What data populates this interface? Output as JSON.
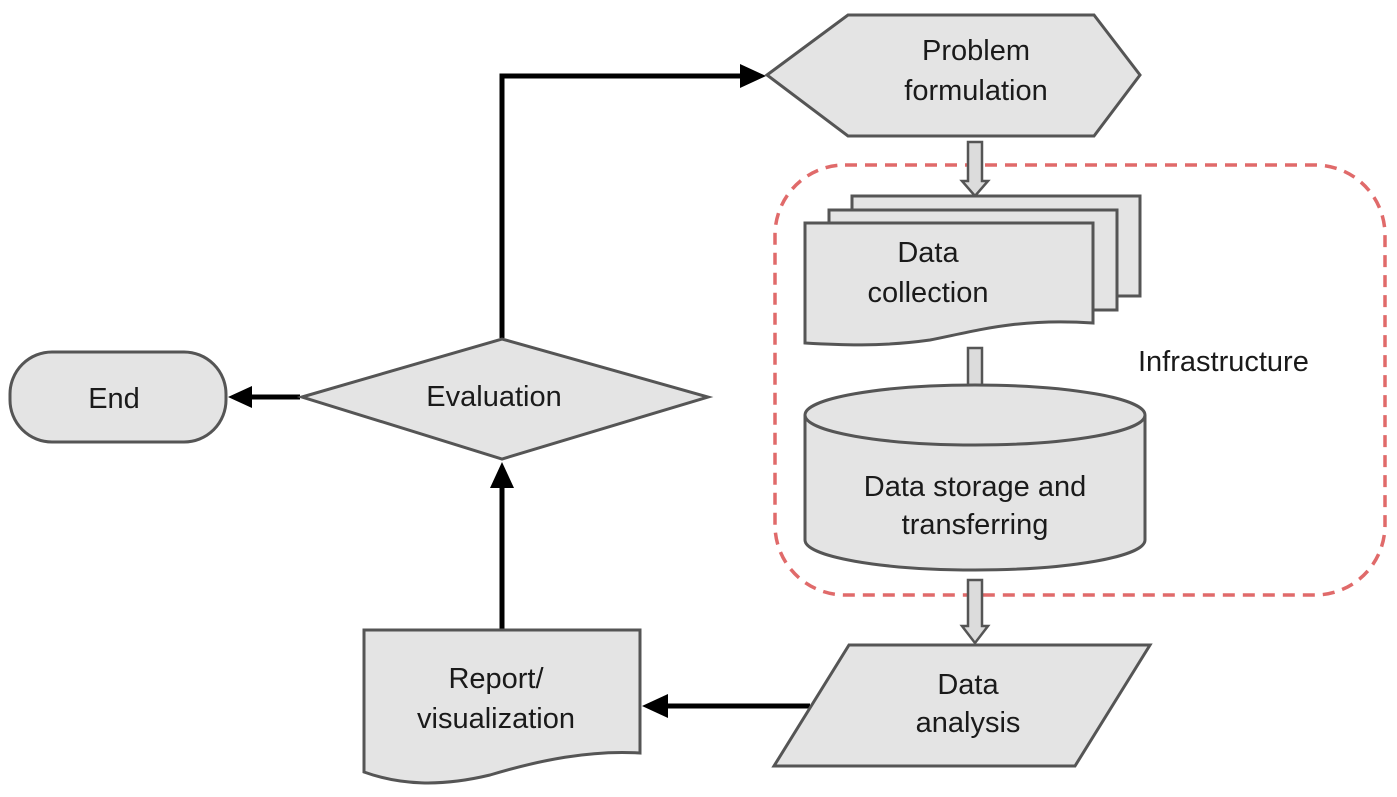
{
  "diagram": {
    "nodes": {
      "problem_formulation": {
        "line1": "Problem",
        "line2": "formulation",
        "shape": "hexagon"
      },
      "data_collection": {
        "line1": "Data",
        "line2": "collection",
        "shape": "multi-document"
      },
      "data_storage": {
        "line1": "Data storage and",
        "line2": "transferring",
        "shape": "cylinder"
      },
      "data_analysis": {
        "line1": "Data",
        "line2": "analysis",
        "shape": "parallelogram"
      },
      "report": {
        "line1": "Report/",
        "line2": "visualization",
        "shape": "document"
      },
      "evaluation": {
        "line1": "Evaluation",
        "shape": "diamond"
      },
      "end": {
        "line1": "End",
        "shape": "terminator"
      }
    },
    "group": {
      "label": "Infrastructure",
      "border_color": "#e06a6a"
    },
    "edges": [
      {
        "from": "problem_formulation",
        "to": "data_collection",
        "style": "hollow"
      },
      {
        "from": "data_collection",
        "to": "data_storage",
        "style": "hollow"
      },
      {
        "from": "data_storage",
        "to": "data_analysis",
        "style": "hollow"
      },
      {
        "from": "data_analysis",
        "to": "report",
        "style": "solid"
      },
      {
        "from": "report",
        "to": "evaluation",
        "style": "solid"
      },
      {
        "from": "evaluation",
        "to": "problem_formulation",
        "style": "solid"
      },
      {
        "from": "evaluation",
        "to": "end",
        "style": "solid"
      }
    ],
    "colors": {
      "node_fill": "#e4e4e4",
      "node_stroke": "#555555",
      "connector": "#000000"
    }
  }
}
